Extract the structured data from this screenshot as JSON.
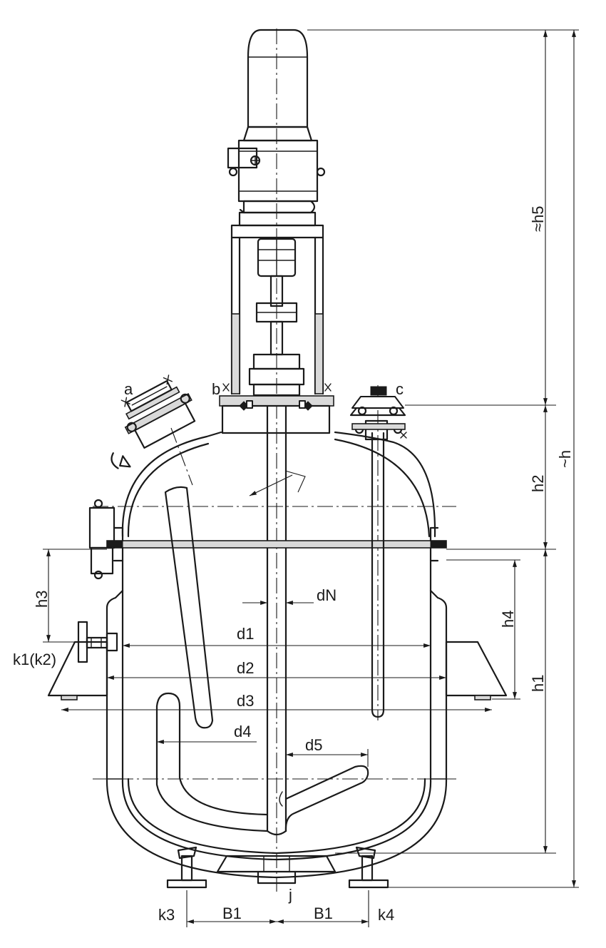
{
  "labels": {
    "a": "a",
    "b": "b",
    "c": "c",
    "j": "j",
    "h": "~h",
    "h1": "h1",
    "h2": "h2",
    "h3": "h3",
    "h4": "h4",
    "h5": "≈h5",
    "d1": "d1",
    "d2": "d2",
    "d3": "d3",
    "d4": "d4",
    "d5": "d5",
    "dN": "dN",
    "k1k2": "k1(k2)",
    "k3": "k3",
    "k4": "k4",
    "B1_left": "B1",
    "B1_right": "B1"
  }
}
